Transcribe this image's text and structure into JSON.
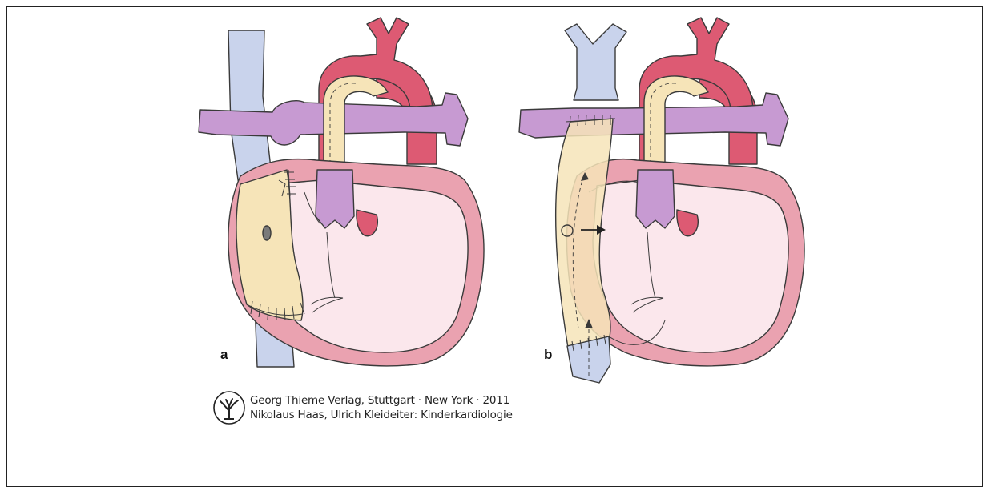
{
  "panels": [
    {
      "label": "a"
    },
    {
      "label": "b"
    }
  ],
  "credit": {
    "line1": "Georg Thieme Verlag, Stuttgart · New York · 2011",
    "line2": "Nikolaus Haas, Ulrich Kleideiter: Kinderkardiologie",
    "logo_icon": "thieme-tree-logo"
  },
  "colors": {
    "vein_blue": "#c9d3ec",
    "aorta_red": "#dd5a73",
    "pulmonary_purple": "#c79ad2",
    "graft_yellow": "#f6e4b8",
    "heart_wall": "#eaa2b0",
    "heart_chamber": "#fbe7ec",
    "outline": "#3a3a3a"
  }
}
